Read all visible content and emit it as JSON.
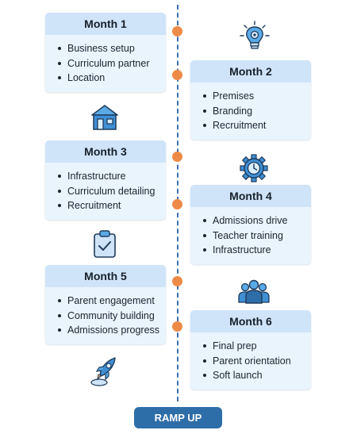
{
  "months": [
    {
      "title": "Month 1",
      "items": [
        "Business setup",
        "Curriculum partner",
        "Location"
      ]
    },
    {
      "title": "Month 2",
      "items": [
        "Premises",
        "Branding",
        "Recruitment"
      ]
    },
    {
      "title": "Month 3",
      "items": [
        "Infrastructure",
        "Curriculum detailing",
        "Recruitment"
      ]
    },
    {
      "title": "Month 4",
      "items": [
        "Admissions drive",
        "Teacher training",
        "Infrastructure"
      ]
    },
    {
      "title": "Month 5",
      "items": [
        "Parent engagement",
        "Community building",
        "Admissions progress"
      ]
    },
    {
      "title": "Month 6",
      "items": [
        "Final prep",
        "Parent orientation",
        "Soft launch"
      ]
    }
  ],
  "icons": [
    "lightbulb-gear-icon",
    "school-building-icon",
    "gear-clock-icon",
    "clipboard-check-icon",
    "people-group-icon",
    "rocket-icon"
  ],
  "ramp_up_label": "RAMP UP",
  "colors": {
    "card_body": "#eaf4fd",
    "card_header": "#cfe4f8",
    "dot": "#ee8a48",
    "line": "#3d6fae",
    "button": "#2e6ea8"
  }
}
